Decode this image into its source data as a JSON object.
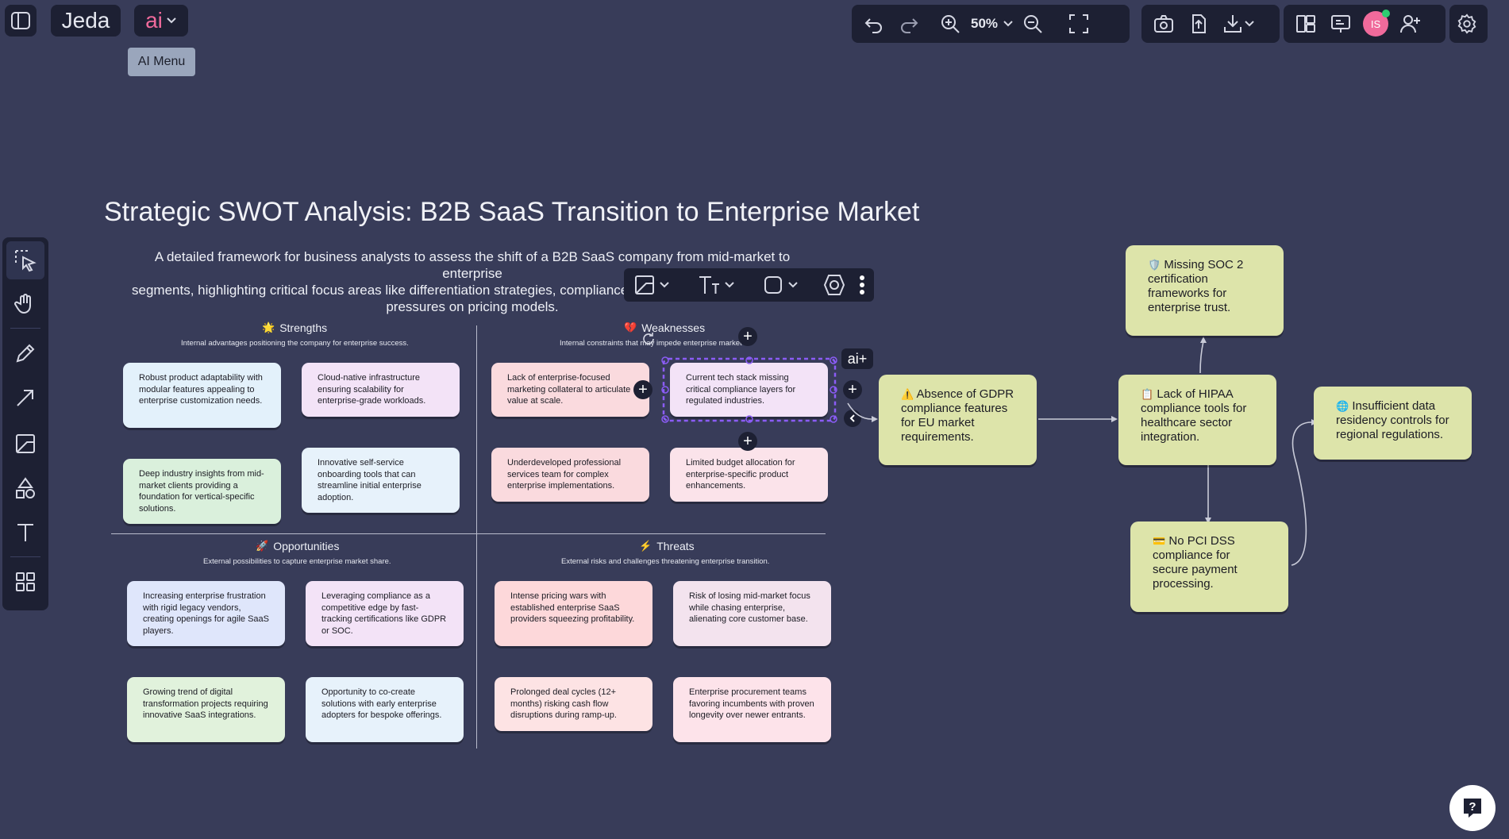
{
  "app": {
    "logo": "Jeda",
    "ai_button": "ai",
    "ai_tooltip": "AI Menu"
  },
  "toolbar": {
    "zoom": "50%"
  },
  "board": {
    "title": "Strategic SWOT Analysis: B2B SaaS Transition to Enterprise Market",
    "description_lines": [
      "A detailed framework for business analysts to assess the shift of a B2B SaaS company from mid-market to enterprise",
      "segments, highlighting critical focus areas like differentiation strategies, compliance c",
      "pressures on pricing models."
    ],
    "sections": {
      "strengths": {
        "title": "Strengths",
        "subtitle": "Internal advantages positioning the company for enterprise success.",
        "notes": [
          "Robust product adaptability with modular features appealing to enterprise customization needs.",
          "Cloud-native infrastructure ensuring scalability for enterprise-grade workloads.",
          "Deep industry insights from mid-market clients providing a foundation for vertical-specific solutions.",
          "Innovative self-service onboarding tools that can streamline initial enterprise adoption."
        ]
      },
      "weaknesses": {
        "title": "Weaknesses",
        "subtitle": "Internal constraints that may impede enterprise market",
        "notes": [
          "Lack of enterprise-focused marketing collateral to articulate value at scale.",
          "Current tech stack missing critical compliance layers for regulated industries.",
          "Underdeveloped professional services team for complex enterprise implementations.",
          "Limited budget allocation for enterprise-specific product enhancements."
        ]
      },
      "opportunities": {
        "title": "Opportunities",
        "subtitle": "External possibilities to capture enterprise market share.",
        "notes": [
          "Increasing enterprise frustration with rigid legacy vendors, creating openings for agile SaaS players.",
          "Leveraging compliance as a competitive edge by fast-tracking certifications like GDPR or SOC.",
          "Growing trend of digital transformation projects requiring innovative SaaS integrations.",
          "Opportunity to co-create solutions with early enterprise adopters for bespoke offerings."
        ]
      },
      "threats": {
        "title": "Threats",
        "subtitle": "External risks and challenges threatening enterprise transition.",
        "notes": [
          "Intense pricing wars with established enterprise SaaS providers squeezing profitability.",
          "Risk of losing mid-market focus while chasing enterprise, alienating core customer base.",
          "Prolonged deal cycles (12+ months) risking cash flow disruptions during ramp-up.",
          "Enterprise procurement teams favoring incumbents with proven longevity over newer entrants."
        ]
      }
    },
    "mindmap": {
      "gdpr": "Absence of GDPR compliance features for EU market requirements.",
      "hipaa": "Lack of HIPAA compliance tools for healthcare sector integration.",
      "soc2": "Missing SOC 2 certification frameworks for enterprise trust.",
      "residency": "Insufficient data residency controls for regional regulations.",
      "pci": "No PCI DSS compliance for secure payment processing."
    },
    "ai_plus": "ai+"
  },
  "user": {
    "initials": "IS"
  },
  "colors": {
    "background": "#383c59",
    "panel": "#1d2033",
    "brand_pink": "#f06a9b",
    "selection": "#8b5cf6",
    "mindmap_note": "#dde4aa"
  }
}
